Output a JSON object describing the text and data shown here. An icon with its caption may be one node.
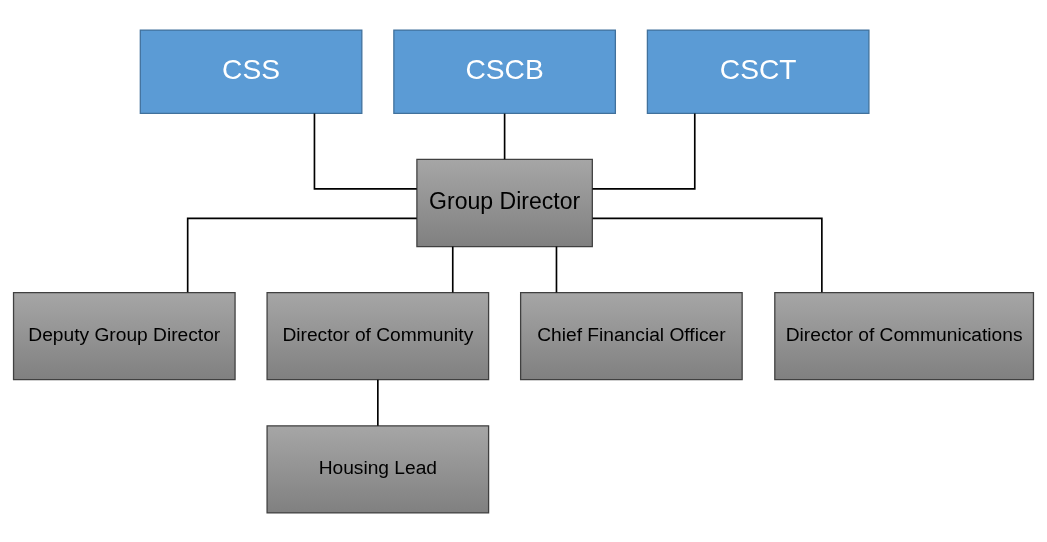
{
  "diagram": {
    "nodes": [
      {
        "text": [
          "CSS"
        ]
      },
      {
        "text": [
          "CSCB"
        ]
      },
      {
        "text": [
          "CSCT"
        ]
      },
      {
        "text": [
          "Group Director"
        ]
      },
      {
        "text": [
          "Deputy Group Director"
        ]
      },
      {
        "text": [
          "Director of Community"
        ]
      },
      {
        "text": [
          "Chief Financial Officer"
        ]
      },
      {
        "text": [
          "Director of Communications"
        ]
      },
      {
        "text": [
          "Housing Lead"
        ]
      }
    ],
    "edges": [
      {
        "from": 0,
        "to": 3,
        "arrow": "none"
      },
      {
        "from": 1,
        "to": 3,
        "arrow": "none"
      },
      {
        "from": 2,
        "to": 3,
        "arrow": "none"
      },
      {
        "from": 3,
        "to": 4,
        "arrow": "none"
      },
      {
        "from": 3,
        "to": 5,
        "arrow": "none"
      },
      {
        "from": 3,
        "to": 6,
        "arrow": "none"
      },
      {
        "from": 3,
        "to": 7,
        "arrow": "none"
      },
      {
        "from": 5,
        "to": 8,
        "arrow": "none"
      }
    ]
  }
}
